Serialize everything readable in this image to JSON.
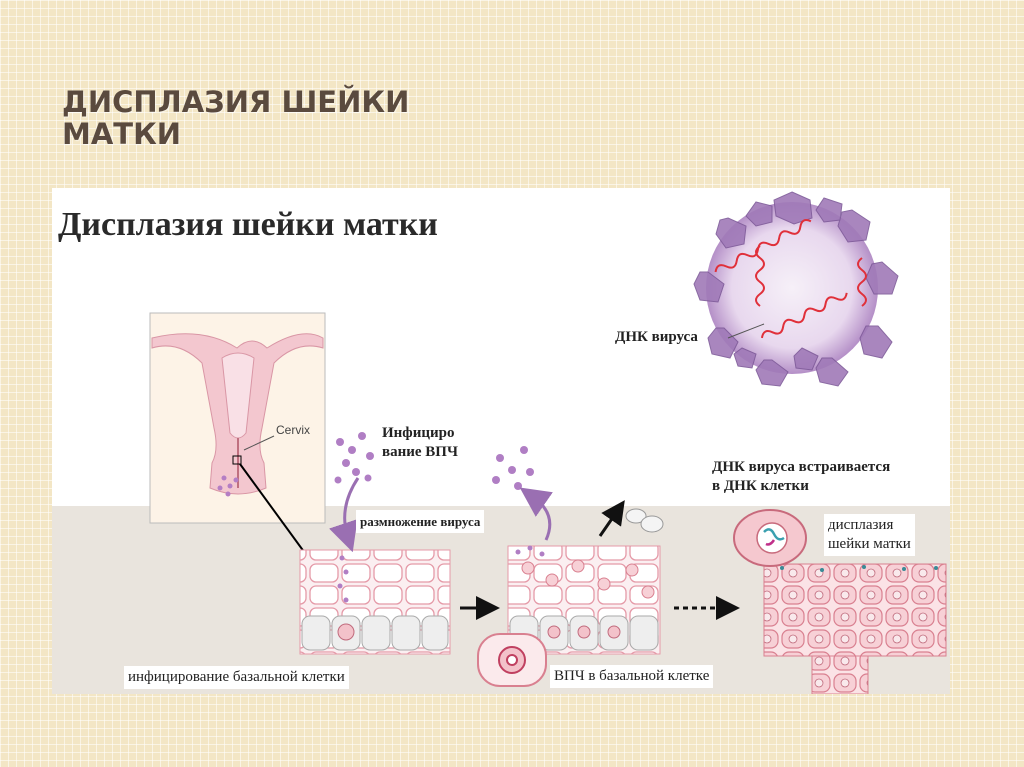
{
  "slide": {
    "title_line1": "ДИСПЛАЗИЯ ШЕЙКИ",
    "title_line2": "МАТКИ"
  },
  "figure": {
    "title": "Дисплазия шейки матки",
    "labels": {
      "virus_dna": "ДНК вируса",
      "cervix": "Cervix",
      "infection_line1": "Инфициро",
      "infection_line2": "вание ВПЧ",
      "virus_replication": "размножение вируса",
      "integration_line1": "ДНК вируса встраивается",
      "integration_line2": "в ДНК клетки",
      "dysplasia_line1": "дисплазия",
      "dysplasia_line2": "шейки матки",
      "basal_infection": "инфицирование базальной клетки",
      "hpv_in_basal": "ВПЧ в базальной клетке"
    },
    "colors": {
      "virus_capsid": "#a07ab8",
      "virus_dna": "#e0303a",
      "tissue_outline": "#e59aa8",
      "basal_cell": "#f2f2f2",
      "virus_particle": "#b07ec4",
      "stroma": "#e9e4dd"
    }
  }
}
